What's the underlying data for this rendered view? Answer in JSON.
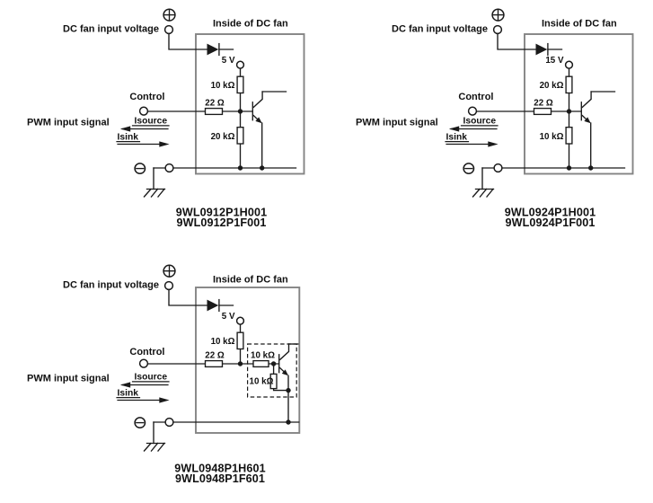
{
  "page": {
    "background": "#ffffff"
  },
  "colors": {
    "wire": "#1a1a1a",
    "fan_box_border": "#848484",
    "text": "#111111"
  },
  "circuits": [
    {
      "input_label": "DC fan input voltage",
      "inside_label": "Inside of DC fan",
      "control_label": "Control",
      "pwm_label": "PWM input signal",
      "isource_label": "Isource",
      "isink_label": "Isink",
      "supply_voltage": "5 V",
      "r_top": "10 kΩ",
      "r_series": "22 Ω",
      "r_bottom": "20 kΩ",
      "model_1": "9WL0912P1H001",
      "model_2": "9WL0912P1F001"
    },
    {
      "input_label": "DC fan input voltage",
      "inside_label": "Inside of DC fan",
      "control_label": "Control",
      "pwm_label": "PWM input signal",
      "isource_label": "Isource",
      "isink_label": "Isink",
      "supply_voltage": "15 V",
      "r_top": "20 kΩ",
      "r_series": "22 Ω",
      "r_bottom": "10 kΩ",
      "model_1": "9WL0924P1H001",
      "model_2": "9WL0924P1F001"
    },
    {
      "input_label": "DC fan input voltage",
      "inside_label": "Inside of DC fan",
      "control_label": "Control",
      "pwm_label": "PWM input signal",
      "isource_label": "Isource",
      "isink_label": "Isink",
      "supply_voltage": "5 V",
      "r_top": "10 kΩ",
      "r_series": "22 Ω",
      "r_base": "10 kΩ",
      "r_emitter": "10 kΩ",
      "model_1": "9WL0948P1H601",
      "model_2": "9WL0948P1F601"
    }
  ]
}
